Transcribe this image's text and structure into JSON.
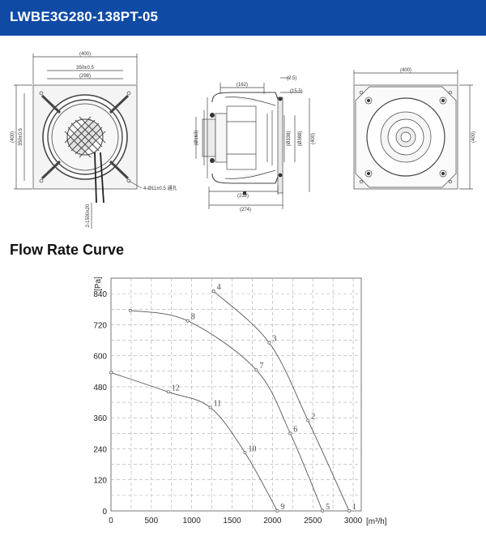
{
  "header": {
    "model": "LWBE3G280-138PT-05",
    "bg_color": "#0f4aa5"
  },
  "drawings": {
    "front": {
      "overall_width": "(400)",
      "hole_spacing": "350±0.5",
      "inner_width": "(298)",
      "overall_height": "(400)",
      "hole_spacing_vertical": "350±0.5",
      "mount_holes": "4-Ø11±0.5 通孔",
      "cable_length": "2-1500±20"
    },
    "side": {
      "depth_top": "(162)",
      "flange": "(2.5)",
      "flange_depth": "(15.5)",
      "hub_dia": "(Ø163)",
      "inlet_dia_1": "(Ø338)",
      "inlet_dia_2": "(Ø388)",
      "height": "(400)",
      "depth_bottom_1": "(238)",
      "depth_bottom_2": "(274)"
    },
    "back": {
      "overall_width": "(400)",
      "overall_height": "(400)"
    }
  },
  "section": {
    "heading": "Flow Rate Curve"
  },
  "chart_data": {
    "type": "line",
    "ylabel": "[Pa]",
    "xlabel": "[m³/h]",
    "xlim": [
      0,
      3100
    ],
    "ylim": [
      0,
      900
    ],
    "x_ticks": [
      0,
      500,
      1000,
      1500,
      2000,
      2500,
      3000
    ],
    "y_ticks": [
      0,
      120,
      240,
      360,
      480,
      600,
      720,
      840
    ],
    "grid": true,
    "series": [
      {
        "points": [
          [
            1270,
            850
          ],
          [
            1960,
            650
          ],
          [
            2440,
            350
          ],
          [
            2950,
            0
          ]
        ],
        "labels": [
          {
            "text": "4",
            "x": 1270,
            "y": 850
          },
          {
            "text": "3",
            "x": 1960,
            "y": 650
          },
          {
            "text": "2",
            "x": 2440,
            "y": 350
          },
          {
            "text": "1",
            "x": 2950,
            "y": 0
          }
        ]
      },
      {
        "points": [
          [
            240,
            775
          ],
          [
            950,
            735
          ],
          [
            1800,
            545
          ],
          [
            2220,
            300
          ],
          [
            2620,
            0
          ]
        ],
        "labels": [
          {
            "text": "8",
            "x": 950,
            "y": 735
          },
          {
            "text": "7",
            "x": 1800,
            "y": 545
          },
          {
            "text": "6",
            "x": 2220,
            "y": 300
          },
          {
            "text": "5",
            "x": 2620,
            "y": 0
          }
        ]
      },
      {
        "points": [
          [
            0,
            535
          ],
          [
            710,
            460
          ],
          [
            1230,
            400
          ],
          [
            1660,
            225
          ],
          [
            2060,
            0
          ]
        ],
        "labels": [
          {
            "text": "12",
            "x": 710,
            "y": 460
          },
          {
            "text": "11",
            "x": 1230,
            "y": 400
          },
          {
            "text": "10",
            "x": 1660,
            "y": 225
          },
          {
            "text": "9",
            "x": 2060,
            "y": 0
          }
        ]
      }
    ]
  }
}
